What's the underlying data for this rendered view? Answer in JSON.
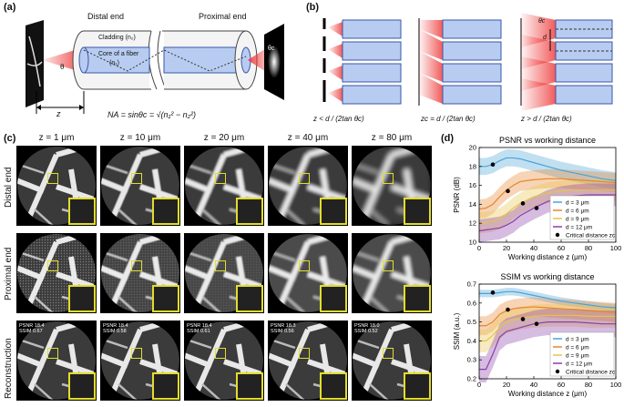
{
  "panel_a": {
    "label": "(a)",
    "distal": "Distal end",
    "proximal": "Proximal end",
    "cladding": "Cladding (n₂)",
    "core": "Core of a fiber",
    "core_n": "(n₁)",
    "theta": "θ",
    "theta_c": "θc",
    "z": "z",
    "na_formula": "NA = sinθc = √(n₁² − n₂²)"
  },
  "panel_b": {
    "label": "(b)",
    "captions": [
      "z < d / (2tan θc)",
      "zc = d / (2tan θc)",
      "z > d / (2tan θc)"
    ],
    "theta_c": "θc",
    "d": "d"
  },
  "panel_c": {
    "label": "(c)",
    "columns": [
      "z = 1 μm",
      "z = 10 μm",
      "z = 20 μm",
      "z = 40 μm",
      "z = 80 μm"
    ],
    "rows": [
      "Distal end",
      "Proximal end",
      "Reconstruction"
    ],
    "recon_metrics": [
      {
        "psnr": "PSNR 18.4",
        "ssim": "SSIM 0.67"
      },
      {
        "psnr": "PSNR 18.4",
        "ssim": "SSIM 0.58"
      },
      {
        "psnr": "PSNR 18.4",
        "ssim": "SSIM 0.61"
      },
      {
        "psnr": "PSNR 18.3",
        "ssim": "SSIM 0.56"
      },
      {
        "psnr": "PSNR 18.0",
        "ssim": "SSIM 0.52"
      }
    ]
  },
  "panel_d": {
    "label": "(d)",
    "colors": {
      "d3": "#4aa3d8",
      "d6": "#e8842a",
      "d9": "#e8c24a",
      "d12": "#8a3fa8"
    },
    "legend": [
      "d = 3 μm",
      "d = 6 μm",
      "d = 9 μm",
      "d = 12 μm",
      "Critical distance zc"
    ]
  },
  "chart_data": [
    {
      "type": "line",
      "title": "PSNR vs working distance",
      "xlabel": "Working distance z (μm)",
      "ylabel": "PSNR (dB)",
      "xlim": [
        0,
        100
      ],
      "ylim": [
        10,
        20
      ],
      "xticks": [
        "0",
        "20",
        "40",
        "60",
        "80",
        "100"
      ],
      "yticks": [
        "10",
        "12",
        "14",
        "16",
        "18",
        "20"
      ],
      "x": [
        0,
        5,
        10,
        15,
        20,
        25,
        30,
        40,
        50,
        60,
        70,
        80,
        90,
        100
      ],
      "series": [
        {
          "name": "d = 3 μm",
          "values": [
            18.0,
            18.0,
            18.2,
            18.6,
            18.9,
            18.9,
            18.8,
            18.4,
            18.0,
            17.6,
            17.3,
            17.0,
            16.7,
            16.5
          ],
          "band": 0.9
        },
        {
          "name": "d = 6 μm",
          "values": [
            13.5,
            13.6,
            14.0,
            14.8,
            15.5,
            16.0,
            16.4,
            16.6,
            16.7,
            16.7,
            16.6,
            16.5,
            16.4,
            16.3
          ],
          "band": 1.0
        },
        {
          "name": "d = 9 μm",
          "values": [
            12.0,
            12.1,
            12.2,
            12.5,
            13.0,
            13.6,
            14.1,
            14.8,
            15.2,
            15.4,
            15.5,
            15.5,
            15.5,
            15.5
          ],
          "band": 1.1
        },
        {
          "name": "d = 12 μm",
          "values": [
            11.2,
            11.3,
            11.4,
            11.5,
            11.8,
            12.2,
            12.8,
            13.6,
            14.3,
            14.7,
            14.9,
            15.0,
            15.0,
            15.0
          ],
          "band": 1.2
        }
      ],
      "critical_points": [
        [
          10,
          18.2
        ],
        [
          21,
          15.4
        ],
        [
          32,
          14.1
        ],
        [
          42,
          13.6
        ]
      ],
      "legend_position": "bottom-right"
    },
    {
      "type": "line",
      "title": "SSIM vs working distance",
      "xlabel": "Working distance z (μm)",
      "ylabel": "SSIM (a.u.)",
      "xlim": [
        0,
        100
      ],
      "ylim": [
        0.2,
        0.7
      ],
      "xticks": [
        "0",
        "20",
        "40",
        "60",
        "80",
        "100"
      ],
      "yticks": [
        "0.2",
        "0.3",
        "0.4",
        "0.5",
        "0.6",
        "0.7"
      ],
      "x": [
        0,
        5,
        10,
        15,
        20,
        25,
        30,
        40,
        50,
        60,
        70,
        80,
        90,
        100
      ],
      "series": [
        {
          "name": "d = 3 μm",
          "values": [
            0.65,
            0.65,
            0.65,
            0.655,
            0.66,
            0.66,
            0.655,
            0.64,
            0.625,
            0.61,
            0.6,
            0.59,
            0.58,
            0.575
          ],
          "band": 0.02
        },
        {
          "name": "d = 6 μm",
          "values": [
            0.48,
            0.48,
            0.5,
            0.54,
            0.56,
            0.57,
            0.575,
            0.58,
            0.575,
            0.57,
            0.565,
            0.56,
            0.555,
            0.55
          ],
          "band": 0.05
        },
        {
          "name": "d = 9 μm",
          "values": [
            0.4,
            0.4,
            0.43,
            0.47,
            0.5,
            0.51,
            0.52,
            0.53,
            0.535,
            0.535,
            0.535,
            0.53,
            0.53,
            0.53
          ],
          "band": 0.06
        },
        {
          "name": "d = 12 μm",
          "values": [
            0.25,
            0.25,
            0.33,
            0.42,
            0.45,
            0.46,
            0.47,
            0.49,
            0.5,
            0.5,
            0.5,
            0.495,
            0.49,
            0.49
          ],
          "band": 0.07
        }
      ],
      "critical_points": [
        [
          10,
          0.655
        ],
        [
          21,
          0.565
        ],
        [
          32,
          0.515
        ],
        [
          42,
          0.49
        ]
      ],
      "legend_position": "bottom-right"
    }
  ]
}
